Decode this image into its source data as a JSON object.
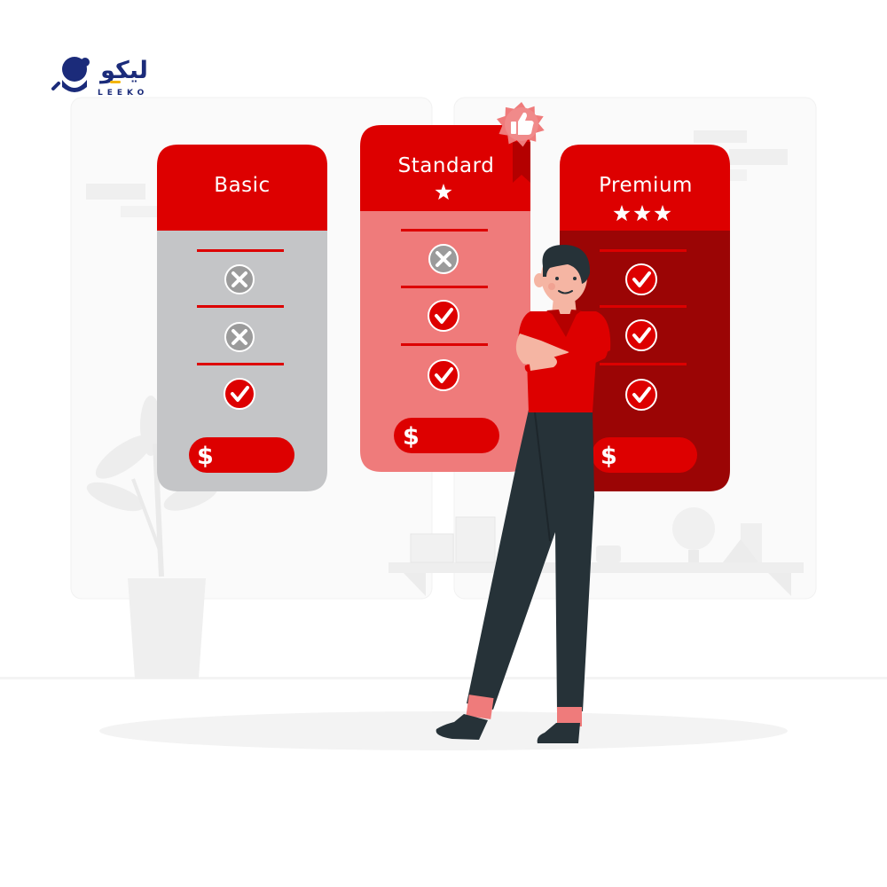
{
  "logo": {
    "arabic": "ليكو",
    "latin": "LEEKO"
  },
  "plans": [
    {
      "name": "Basic",
      "stars": 0,
      "features": [
        "excluded",
        "excluded",
        "included"
      ],
      "price_symbol": "$"
    },
    {
      "name": "Standard",
      "stars": 1,
      "features": [
        "excluded",
        "included",
        "included"
      ],
      "price_symbol": "$"
    },
    {
      "name": "Premium",
      "stars": 3,
      "features": [
        "included",
        "included",
        "included"
      ],
      "price_symbol": "$"
    }
  ],
  "badge": {
    "icon": "thumbs-up-icon"
  },
  "colors": {
    "red": "#dd0000",
    "basic_body": "#c4c5c7",
    "standard_body": "#ef7b7b",
    "premium_body": "#9b0505",
    "logo_blue": "#1b2b7a",
    "logo_accent": "#f3b400"
  }
}
